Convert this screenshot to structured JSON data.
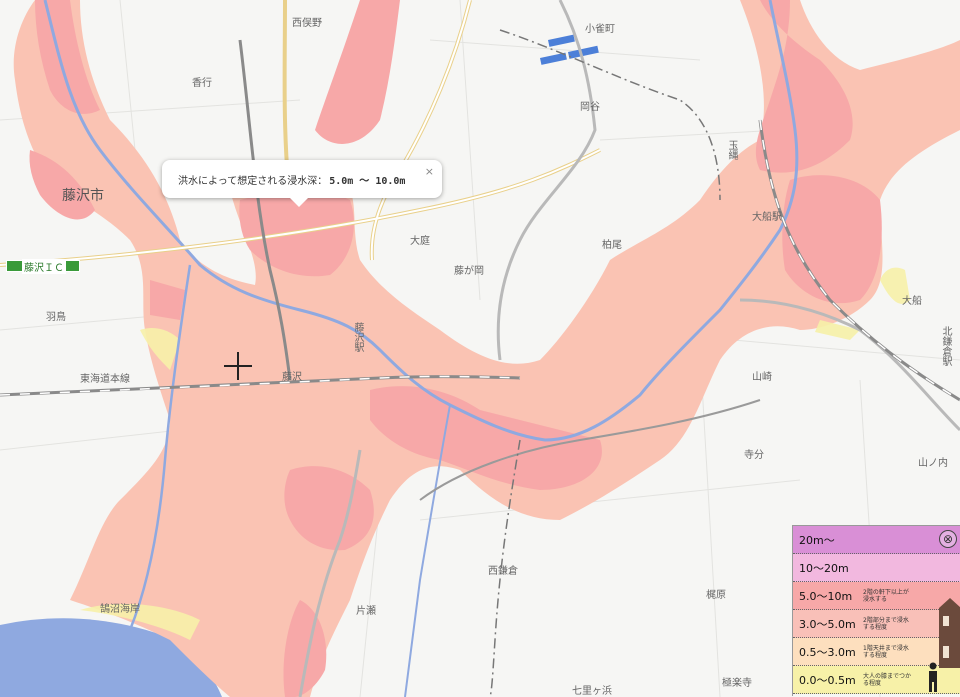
{
  "popup": {
    "text": "洪水によって想定される浸水深：",
    "value": "5.0m ～ 10.0m",
    "close": "×"
  },
  "interchange": {
    "label": "藤沢ＩＣ"
  },
  "labels": {
    "nishimatano": "西俣野",
    "kanaya": "小雀町",
    "kogo": "香行",
    "okaya": "岡谷",
    "fujisawa_city": "藤沢市",
    "tamanawa": "玉縄",
    "ofuna_station": "大船駅",
    "ofuna": "大船",
    "omiya": "大庭",
    "fujigaoka": "藤が岡",
    "kashio": "柏尾",
    "haneo": "羽鳥",
    "tokaido": "東海道本線",
    "fujisawa_station": "藤沢駅",
    "fujisawa": "藤沢",
    "yamasaki": "山崎",
    "kitakamakura": "北鎌倉駅",
    "teramae": "寺分",
    "yamanouchi": "山ノ内",
    "kugenuma": "鵠沼海岸",
    "nishikamakura": "西鎌倉",
    "tsujido": "片瀬",
    "kajiwara": "梶原",
    "gokurakuji": "極楽寺",
    "shichirigahama": "七里ヶ浜"
  },
  "legend": {
    "close": "⊗",
    "rows": [
      {
        "range": "20m～",
        "note": "",
        "color": "#d98fd6"
      },
      {
        "range": "10～20m",
        "note": "",
        "color": "#f2b8df"
      },
      {
        "range": "5.0～10m",
        "note": "2階の軒下以上が浸水する",
        "color": "#f7a8a8"
      },
      {
        "range": "3.0～5.0m",
        "note": "2階部分まで浸水する程度",
        "color": "#f9c0b8"
      },
      {
        "range": "0.5～3.0m",
        "note": "1階天井まで浸水する程度",
        "color": "#fddfbe"
      },
      {
        "range": "0.0～0.5m",
        "note": "大人の膝までつかる程度",
        "color": "#f7f1a8"
      }
    ]
  },
  "colors": {
    "flood_deep": "#f7a8a8",
    "flood_mid": "#fac3b3",
    "flood_shallow": "#f7f1a8",
    "river": "#8fa9e0",
    "sea": "#8fa9e0",
    "road_major": "#e9d08a"
  }
}
